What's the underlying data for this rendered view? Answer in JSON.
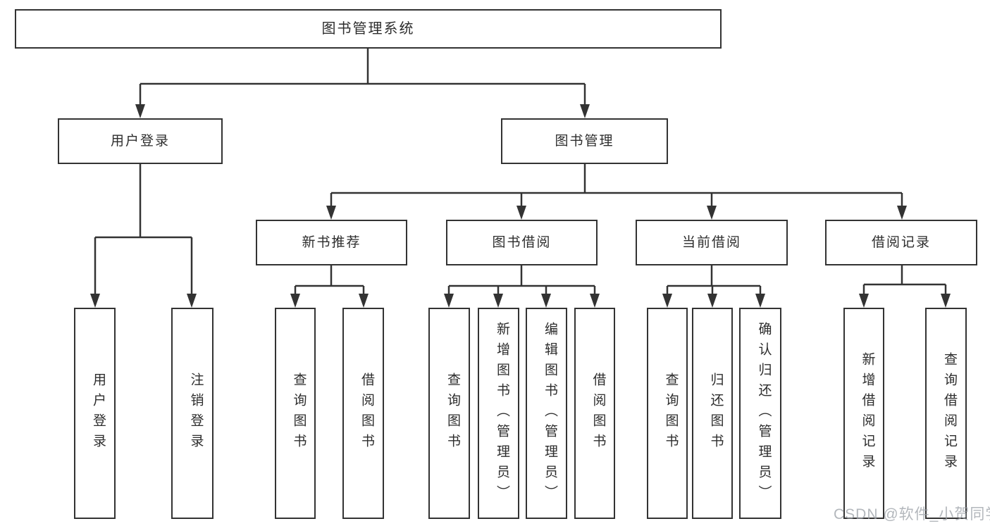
{
  "tree": {
    "root": {
      "label": "图书管理系统"
    },
    "level2": [
      {
        "label": "用户登录"
      },
      {
        "label": "图书管理"
      }
    ],
    "level3": [
      {
        "label": "新书推荐"
      },
      {
        "label": "图书借阅"
      },
      {
        "label": "当前借阅"
      },
      {
        "label": "借阅记录"
      }
    ],
    "leaves": {
      "user_login": [
        "用户登录",
        "注销登录"
      ],
      "new_books": [
        "查询图书",
        "借阅图书"
      ],
      "book_borrow": [
        "查询图书",
        "新增图书（管理员）",
        "编辑图书（管理员）",
        "借阅图书"
      ],
      "current_borrow": [
        "查询图书",
        "归还图书",
        "确认归还（管理员）"
      ],
      "borrow_records": [
        "新增借阅记录",
        "查询借阅记录"
      ]
    }
  },
  "watermark": "CSDN @软件_小贺同学",
  "colors": {
    "line": "#333333",
    "box_border": "#333333",
    "box_fill": "#ffffff",
    "text": "#2d2d2d",
    "watermark": "#9aa0a6"
  }
}
